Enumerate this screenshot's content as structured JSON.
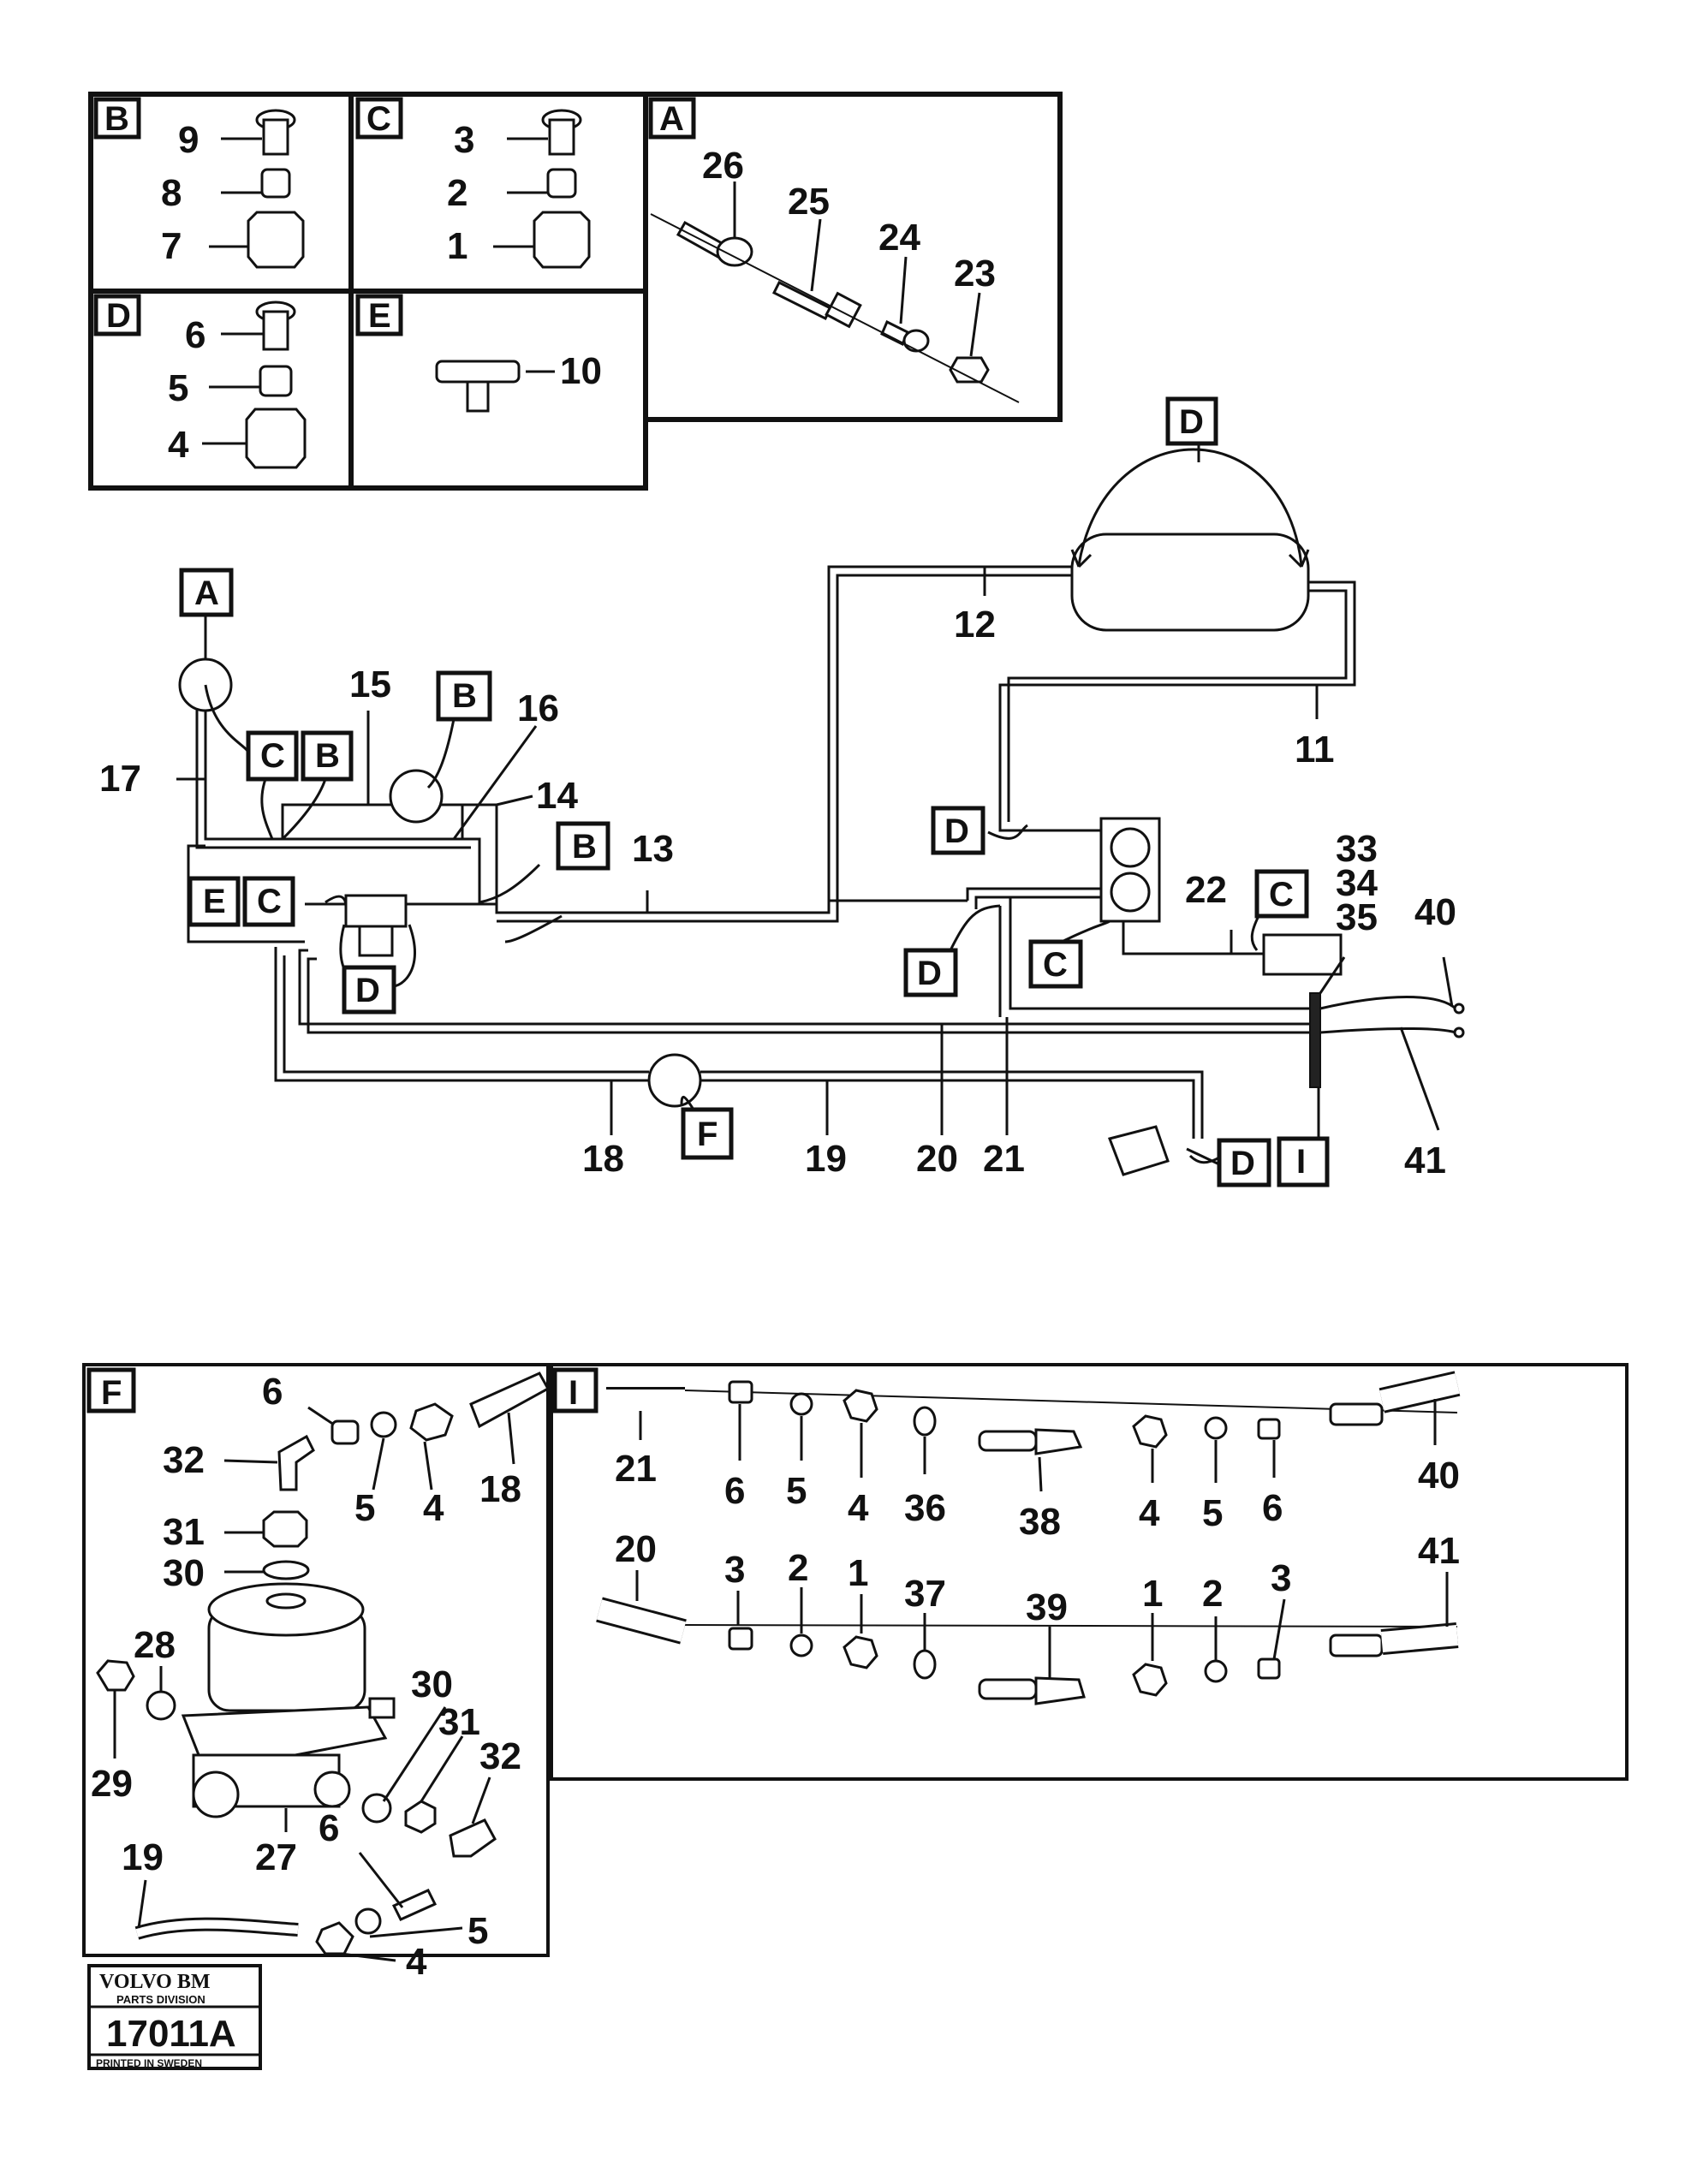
{
  "insets": {
    "B": {
      "label": "B",
      "parts": [
        "9",
        "8",
        "7"
      ]
    },
    "C": {
      "label": "C",
      "parts": [
        "3",
        "2",
        "1"
      ]
    },
    "D": {
      "label": "D",
      "parts": [
        "6",
        "5",
        "4"
      ]
    },
    "E": {
      "label": "E",
      "parts": [
        "10"
      ]
    },
    "A": {
      "label": "A",
      "parts": [
        "26",
        "25",
        "24",
        "23"
      ]
    },
    "F": {
      "label": "F",
      "parts": [
        "6",
        "32",
        "31",
        "30",
        "28",
        "29",
        "5",
        "4",
        "18",
        "30",
        "31",
        "32",
        "27",
        "6",
        "19",
        "5",
        "4"
      ]
    },
    "I": {
      "label": "I",
      "top_row": [
        "21",
        "6",
        "5",
        "4",
        "36",
        "38",
        "4",
        "5",
        "6",
        "40"
      ],
      "bottom_row": [
        "20",
        "3",
        "2",
        "1",
        "37",
        "39",
        "1",
        "2",
        "3",
        "41"
      ]
    }
  },
  "main": {
    "tags": [
      "A",
      "C",
      "B",
      "B",
      "E",
      "C",
      "B",
      "D",
      "D",
      "D",
      "D",
      "C",
      "C",
      "F",
      "D",
      "I"
    ],
    "numbers": [
      "15",
      "16",
      "17",
      "14",
      "13",
      "12",
      "11",
      "22",
      "33",
      "34",
      "35",
      "40",
      "41",
      "18",
      "19",
      "20",
      "21"
    ]
  },
  "stamp": {
    "brand": "VOLVO BM",
    "division": "PARTS DIVISION",
    "code": "17011A",
    "printed": "PRINTED IN SWEDEN"
  }
}
